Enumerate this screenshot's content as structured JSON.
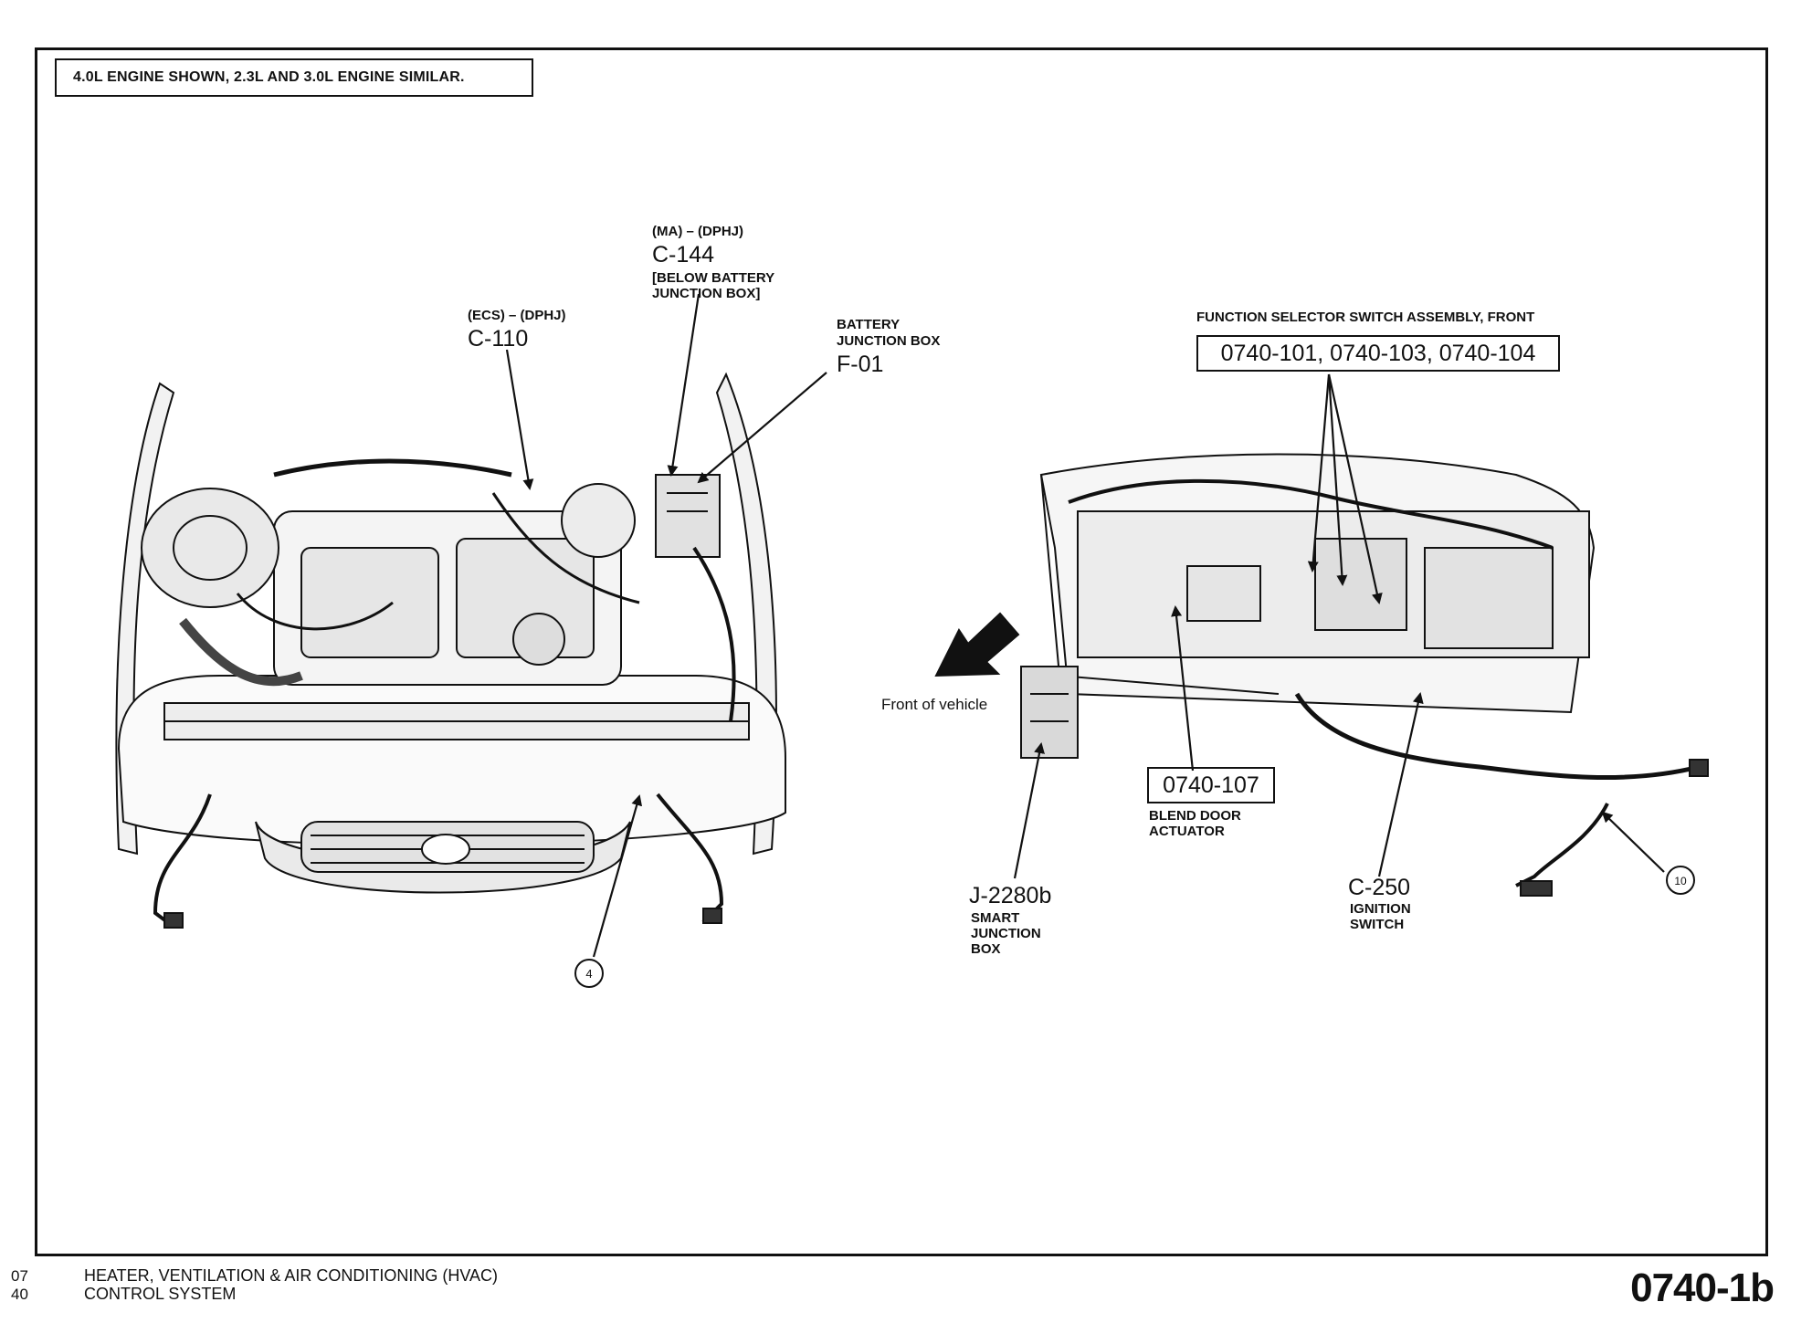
{
  "note": "4.0L ENGINE SHOWN, 2.3L AND 3.0L ENGINE SIMILAR.",
  "engine_labels": {
    "c110": {
      "qualifier": "(ECS) – (DPHJ)",
      "id": "C-110"
    },
    "c144": {
      "qualifier": "(MA) – (DPHJ)",
      "id": "C-144",
      "note_line1": "[BELOW BATTERY",
      "note_line2": "JUNCTION BOX]"
    },
    "f01": {
      "desc_line1": "BATTERY",
      "desc_line2": "JUNCTION BOX",
      "id": "F-01"
    },
    "callout_4": "4"
  },
  "dash_labels": {
    "function_selector_title": "FUNCTION SELECTOR SWITCH ASSEMBLY, FRONT",
    "function_selector_ids": "0740-101, 0740-103, 0740-104",
    "front_of_vehicle": "Front of vehicle",
    "blend_door_id": "0740-107",
    "blend_door_line1": "BLEND DOOR",
    "blend_door_line2": "ACTUATOR",
    "j2280b_id": "J-2280b",
    "j2280b_line1": "SMART",
    "j2280b_line2": "JUNCTION",
    "j2280b_line3": "BOX",
    "c250_id": "C-250",
    "c250_line1": "IGNITION",
    "c250_line2": "SWITCH",
    "callout_10": "10"
  },
  "footer": {
    "num1": "07",
    "num2": "40",
    "line1": "HEATER, VENTILATION & AIR CONDITIONING (HVAC)",
    "line2": "CONTROL SYSTEM",
    "page": "0740-1b"
  }
}
